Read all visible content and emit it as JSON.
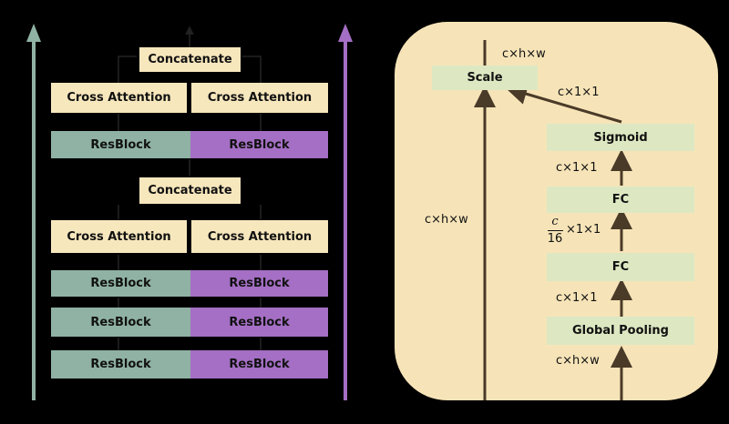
{
  "left_panel": {
    "concatenate_top": "Concatenate",
    "cross_attention_top_left": "Cross Attention",
    "cross_attention_top_right": "Cross Attention",
    "resblock_top_left": "ResBlock",
    "resblock_top_right": "ResBlock",
    "concatenate_mid": "Concatenate",
    "cross_attention_bottom_left": "Cross Attention",
    "cross_attention_bottom_right": "Cross Attention",
    "resblock_rows": [
      {
        "left": "ResBlock",
        "right": "ResBlock"
      },
      {
        "left": "ResBlock",
        "right": "ResBlock"
      },
      {
        "left": "ResBlock",
        "right": "ResBlock"
      }
    ],
    "colors": {
      "cream": "#f7e7bd",
      "teal": "#8fb2a4",
      "purple": "#a46fc4"
    }
  },
  "right_panel": {
    "scale": "Scale",
    "sigmoid": "Sigmoid",
    "fc_upper": "FC",
    "fc_lower": "FC",
    "global_pooling": "Global Pooling",
    "dim_top": "c×h×w",
    "dim_scale_in": "c×1×1",
    "dim_sigmoid_fc": "c×1×1",
    "dim_fc_fc_fraction_numerator": "c",
    "dim_fc_fc_fraction_denominator": "16",
    "dim_fc_fc_suffix": "×1×1",
    "dim_pool_fc": "c×1×1",
    "dim_input": "c×h×w",
    "dim_skip": "c×h×w",
    "colors": {
      "panel": "#f6e4b8",
      "block": "#dde8c2",
      "arrow": "#4a3a28"
    }
  }
}
